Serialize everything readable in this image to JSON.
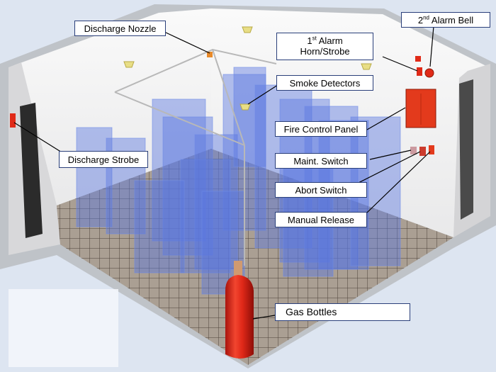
{
  "labels": {
    "discharge_nozzle": "Discharge Nozzle",
    "alarm_bell": {
      "num": "2",
      "sup": "nd",
      "text": " Alarm Bell"
    },
    "first_alarm": {
      "num": "1",
      "sup": "st",
      "text": " Alarm",
      "line2": "Horn/Strobe"
    },
    "smoke_detectors": "Smoke Detectors",
    "fire_control_panel": "Fire Control Panel",
    "discharge_strobe": "Discharge Strobe",
    "maint_switch": "Maint. Switch",
    "abort_switch": "Abort Switch",
    "manual_release": "Manual Release",
    "gas_bottles": "Gas Bottles"
  },
  "colors": {
    "background": "#dfe6f2",
    "wall": "#f2f2f2",
    "floor_tile": "#a59a8e",
    "grid_line": "#4a4036",
    "server_rack": "#5a78e0",
    "gas_bottle": "#e8281c",
    "fire_panel": "#e33a1c",
    "label_border": "#2a3f7a"
  }
}
